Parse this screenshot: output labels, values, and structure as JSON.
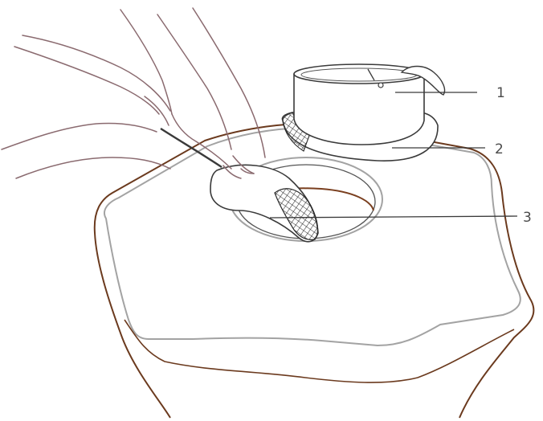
{
  "callouts": [
    {
      "number": "1"
    },
    {
      "number": "2"
    },
    {
      "number": "3"
    }
  ],
  "colors": {
    "hand_outline": "#8a6a6f",
    "base_outer_edge": "#6b3a1e",
    "base_inner_edge": "#a3a3a3",
    "opening_rim": "#7a3f1f",
    "line_art": "#3a3a3a",
    "leader_line": "#3a3a3a",
    "label_text": "#4a4a4a"
  }
}
